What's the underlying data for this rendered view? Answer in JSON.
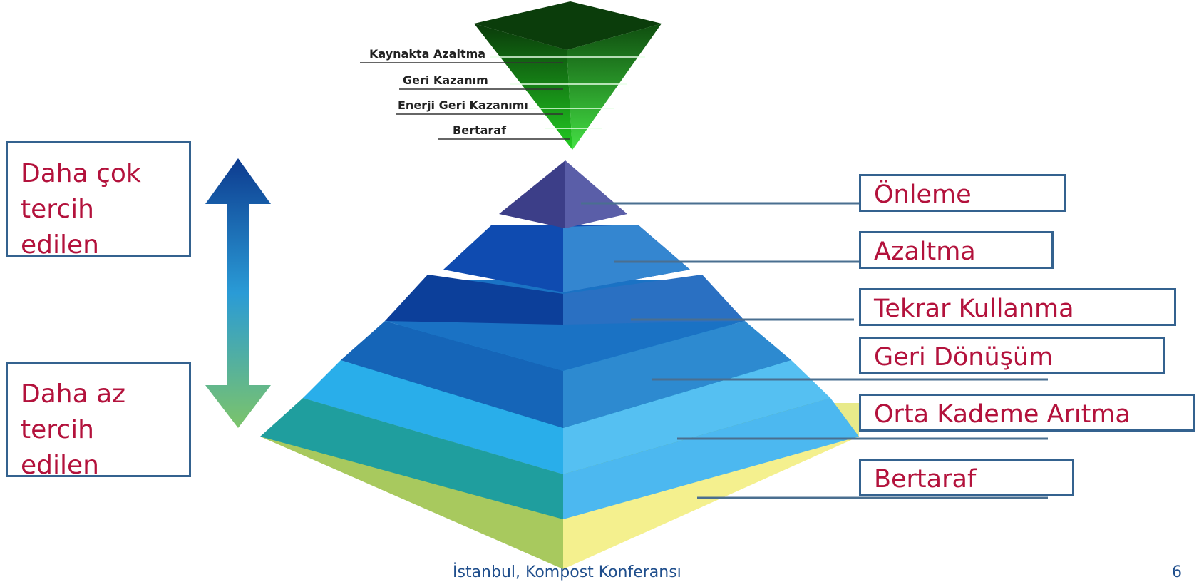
{
  "inverted_pyramid": {
    "labels": [
      "Kaynakta Azaltma",
      "Geri Kazanım",
      "Enerji Geri Kazanımı",
      "Bertaraf"
    ]
  },
  "preference": {
    "top": "Daha çok tercih edilen",
    "bottom": "Daha az tercih edilen"
  },
  "levels": [
    {
      "label": "Önleme"
    },
    {
      "label": "Azaltma"
    },
    {
      "label": "Tekrar Kullanma"
    },
    {
      "label": "Geri Dönüşüm"
    },
    {
      "label": "Orta Kademe Arıtma"
    },
    {
      "label": "Bertaraf"
    }
  ],
  "footer": "İstanbul, Kompost Konferansı",
  "page_number": "6"
}
